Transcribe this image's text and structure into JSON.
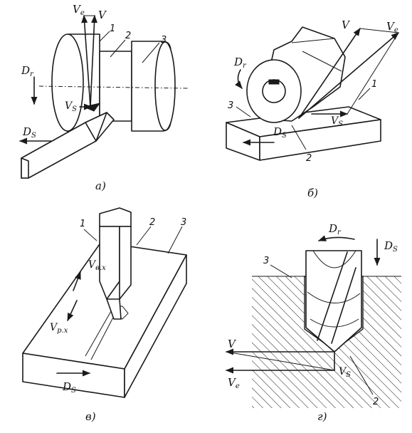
{
  "panel_a": {
    "caption": "а)",
    "ve": "V",
    "ve_sub": "e",
    "v": "V",
    "dr": "D",
    "dr_sub": "r",
    "vs": "V",
    "vs_sub": "S",
    "ds": "D",
    "ds_sub": "S",
    "n1": "1",
    "n2": "2",
    "n3": "3"
  },
  "panel_b": {
    "caption": "б)",
    "v": "V",
    "ve": "V",
    "ve_sub": "e",
    "dr": "D",
    "dr_sub": "r",
    "vs": "V",
    "vs_sub": "S",
    "ds": "D",
    "ds_sub": "S",
    "n1": "1",
    "n2": "2",
    "n3": "3"
  },
  "panel_v": {
    "caption": "в)",
    "vvx": "V",
    "vvx_sub": "в.х",
    "vrx": "V",
    "vrx_sub": "р.х",
    "ds": "D",
    "ds_sub": "S",
    "n1": "1",
    "n2": "2",
    "n3": "3"
  },
  "panel_g": {
    "caption": "г)",
    "dr": "D",
    "dr_sub": "r",
    "ds": "D",
    "ds_sub": "S",
    "v": "V",
    "ve": "V",
    "ve_sub": "e",
    "vs": "V",
    "vs_sub": "S",
    "n2": "2",
    "n3": "3"
  }
}
